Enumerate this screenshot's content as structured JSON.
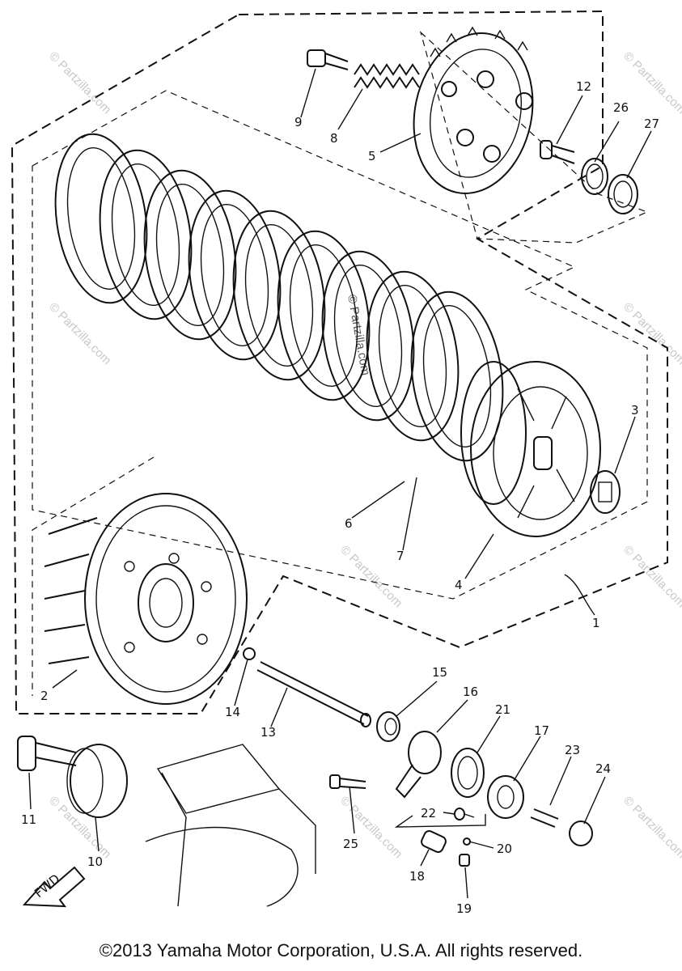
{
  "callouts": {
    "c1": "1",
    "c2": "2",
    "c3": "3",
    "c4": "4",
    "c5": "5",
    "c6": "6",
    "c7": "7",
    "c8": "8",
    "c9": "9",
    "c10": "10",
    "c11": "11",
    "c12": "12",
    "c13": "13",
    "c14": "14",
    "c15": "15",
    "c16": "16",
    "c17": "17",
    "c18": "18",
    "c19": "19",
    "c20": "20",
    "c21": "21",
    "c22": "22",
    "c23": "23",
    "c24": "24",
    "c25": "25",
    "c26": "26",
    "c27": "27"
  },
  "direction_label": "FWD",
  "watermark": "© Partzilla.com",
  "copyright": "©2013 Yamaha Motor Corporation, U.S.A. All rights reserved."
}
